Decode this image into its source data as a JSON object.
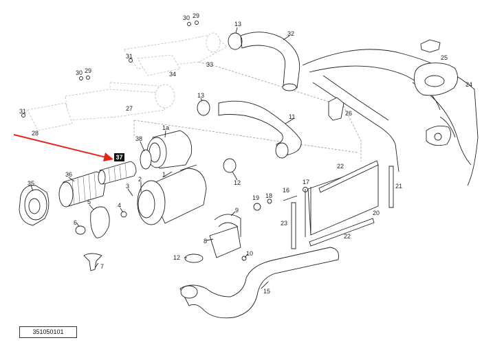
{
  "reference_code": "351050101",
  "highlight_color": "#e8231e",
  "highlighted_part": "37",
  "callouts": {
    "p1": "1",
    "p1a": "1a",
    "p2": "2",
    "p3": "3",
    "p4": "4",
    "p5": "5",
    "p6": "6",
    "p7": "7",
    "p8": "8",
    "p9": "9",
    "p10": "10",
    "p11": "11",
    "p12a": "12",
    "p12b": "12",
    "p13a": "13",
    "p13b": "13",
    "p15": "15",
    "p16": "16",
    "p17": "17",
    "p18": "18",
    "p19": "19",
    "p20": "20",
    "p21": "21",
    "p22a": "22",
    "p22b": "22",
    "p23": "23",
    "p24": "24",
    "p25": "25",
    "p26": "26",
    "p27": "27",
    "p28": "28",
    "p29a": "29",
    "p29b": "29",
    "p30a": "30",
    "p30b": "30",
    "p31a": "31",
    "p31b": "31",
    "p32": "32",
    "p33": "33",
    "p34": "34",
    "p35": "35",
    "p36": "36",
    "p37": "37",
    "p38": "38"
  }
}
